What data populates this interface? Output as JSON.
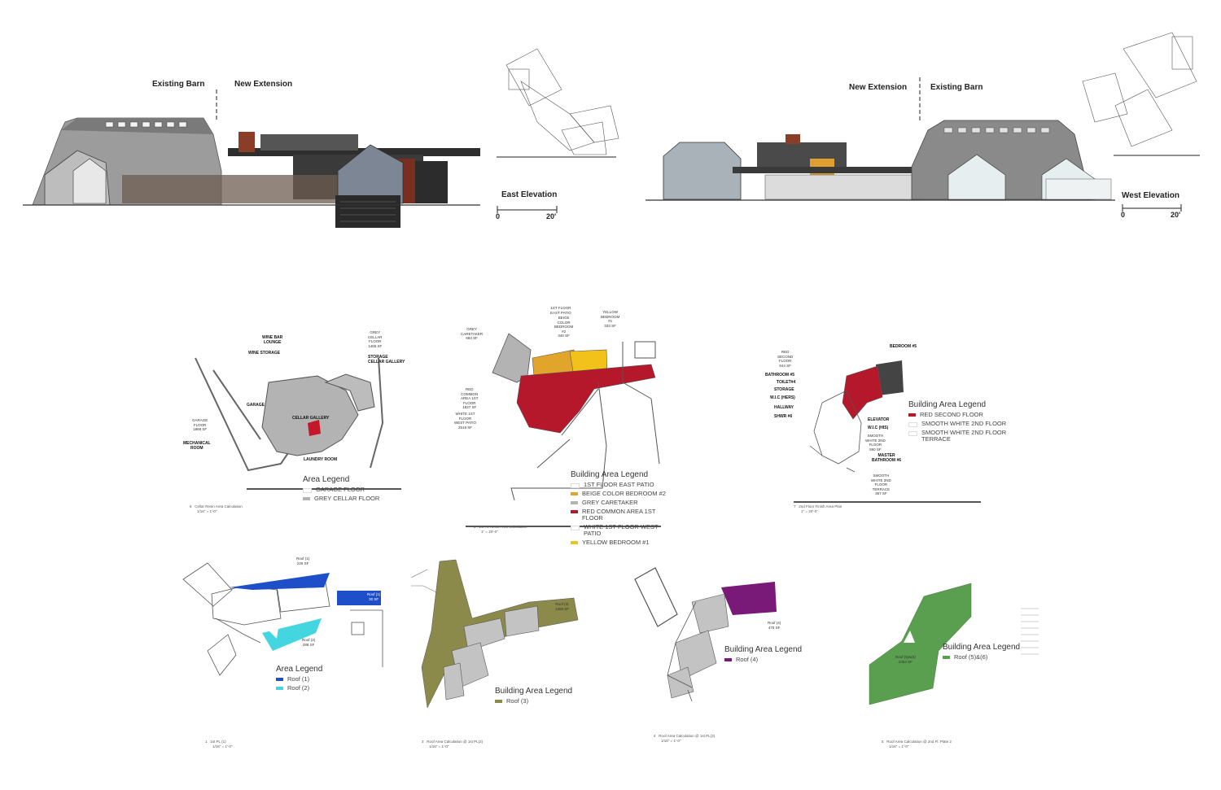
{
  "east": {
    "existing": "Existing Barn",
    "extension": "New Extension",
    "title": "East Elevation",
    "s0": "0",
    "s1": "20'"
  },
  "west": {
    "existing": "Existing Barn",
    "extension": "New Extension",
    "title": "West Elevation",
    "s0": "0",
    "s1": "20'"
  },
  "cellar": {
    "labels": {
      "wine_bar": "WINE BAR\nLOUNGE",
      "wine_storage": "WINE STORAGE",
      "grey_floor": "GREY\nCELLAR\nFLOOR\n1465 SF",
      "storage": "STORAGE\nCELLAR GALLERY",
      "garage": "GARAGE",
      "garage_floor": "GARAGE\nFLOOR\n1868 SF",
      "mechanical": "MECHANICAL\nROOM",
      "cellar_gallery": "CELLAR GALLERY",
      "laundry": "LAUNDRY ROOM"
    },
    "legend_title": "Area Legend",
    "legend": [
      {
        "label": "GARAGE FLOOR",
        "color": "#ffffff"
      },
      {
        "label": "GREY CELLAR FLOOR",
        "color": "#b3b3b3"
      }
    ],
    "note_num": "6",
    "note_title": "Cellar Resin Area Calculation",
    "note_scale": "1/16\" = 1'-0\""
  },
  "first": {
    "labels": {
      "east_patio": "1ST FLOOR\nEAST PATIO",
      "beige": "BEIGE\nCOLOR\nBEDROOM\n#2\n340 SF",
      "yellow": "YELLOW\nBEDROOM\n#1\n333 SF",
      "grey": "GREY\nCARETAKER\n683 SF",
      "red": "RED\nCOMMON\nAREA 1ST\nFLOOR\n1827 SF",
      "white": "WHITE 1ST\nFLOOR\nWEST PATIO\n2519 SF"
    },
    "legend_title": "Building Area Legend",
    "legend": [
      {
        "label": "1ST FLOOR EAST PATIO",
        "color": "#ffffff"
      },
      {
        "label": "BEIGE COLOR BEDROOM #2",
        "color": "#e0a52a"
      },
      {
        "label": "GREY CARETAKER",
        "color": "#b3b3b3"
      },
      {
        "label": "RED COMMON AREA 1ST FLOOR",
        "color": "#b5182a"
      },
      {
        "label": "WHITE 1ST FLOOR WEST PATIO",
        "color": "#ffffff"
      },
      {
        "label": "YELLOW BEDROOM #1",
        "color": "#f2c21b"
      }
    ],
    "note_num": "2",
    "note_title": "1st FL Resin Area Calculation",
    "note_scale": "1\" = 20'-0\""
  },
  "second": {
    "labels": {
      "bedroom5": "BEDROOM #5",
      "red": "RED\nSECOND\nFLOOR\n644 SF",
      "bathroom5": "BATHROOM #5",
      "toilet4": "TOILET#4",
      "storage": "STORAGE",
      "wic_hers": "W.I.C (HERS)",
      "hallway": "HALLWAY",
      "shwr6": "SHWR #6",
      "elevator": "ELEVATOR",
      "wic_his": "W.I.C (HIS)",
      "smooth": "SMOOTH\nWHITE 2ND\nFLOOR\n590 SF",
      "master": "MASTER\nBATHROOM #6",
      "terrace": "SMOOTH\nWHITE 2ND\nFLOOR\nTERRACE\n367 SF"
    },
    "legend_title": "Building Area Legend",
    "legend": [
      {
        "label": "RED SECOND FLOOR",
        "color": "#b5182a"
      },
      {
        "label": "SMOOTH WHITE 2ND FLOOR",
        "color": "#ffffff"
      },
      {
        "label": "SMOOTH WHITE 2ND FLOOR TERRACE",
        "color": "#ffffff"
      }
    ],
    "note_num": "7",
    "note_title": "2nd Floor Finish Area Plan",
    "note_scale": "1\" = 20'-0\""
  },
  "roof12": {
    "labels": {
      "roof1": "Roof (1)\n226 SF",
      "roof1b": "Roof (1)\n30 SF",
      "roof2": "Roof (2)\n288 SF"
    },
    "legend_title": "Area Legend",
    "legend": [
      {
        "label": "Roof (1)",
        "color": "#1f4fc8"
      },
      {
        "label": "Roof (2)",
        "color": "#44d6e0"
      }
    ],
    "note_num": "1",
    "note_title": "1st PL (1)",
    "note_scale": "1/16\" = 1'-0\""
  },
  "roof3": {
    "labels": {
      "roof3": "Roof (3)\n1459 SF"
    },
    "legend_title": "Building Area Legend",
    "legend": [
      {
        "label": "Roof (3)",
        "color": "#8c8a4a"
      }
    ],
    "note_num": "3",
    "note_title": "Roof Area Calculation @ 1st PL(2)",
    "note_scale": "1/16\" = 1'-0\""
  },
  "roof4": {
    "labels": {
      "roof4": "Roof (4)\n475 SF"
    },
    "legend_title": "Building Area Legend",
    "legend": [
      {
        "label": "Roof (4)",
        "color": "#7a1a78"
      }
    ],
    "note_num": "4",
    "note_title": "Roof Area Calculation @ 1st PL(3)",
    "note_scale": "1/16\" = 1'-0\""
  },
  "roof56": {
    "labels": {
      "roof56": "Roof (5)&(6)\n2454 SF"
    },
    "legend_title": "Building Area Legend",
    "legend": [
      {
        "label": "Roof (5)&(6)",
        "color": "#5a9e50"
      }
    ],
    "note_num": "5",
    "note_title": "Roof Area Calculation @ 2nd Fl. Plate 2",
    "note_scale": "1/16\" = 1'-0\""
  }
}
